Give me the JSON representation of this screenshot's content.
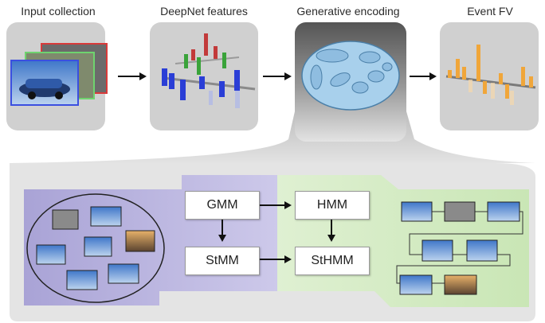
{
  "stages": [
    {
      "title": "Input collection"
    },
    {
      "title": "DeepNet features"
    },
    {
      "title": "Generative encoding"
    },
    {
      "title": "Event FV"
    }
  ],
  "models": {
    "gmm": "GMM",
    "hmm": "HMM",
    "stmm": "StMM",
    "sthmm": "StHMM"
  },
  "colors": {
    "stage_panel": "#cfcfcf",
    "encoding_panel_top": "#5a5a5a",
    "lower_panel": "#e3e3e3",
    "purple_region": "#bdb8e0",
    "green_region": "#d4ebc4",
    "bar_blue": "#2a3ed6",
    "bar_green": "#3aa33a",
    "bar_red": "#c23a3a",
    "bar_orange": "#f0a63a",
    "ellipse_fill": "#9ec9e8"
  }
}
